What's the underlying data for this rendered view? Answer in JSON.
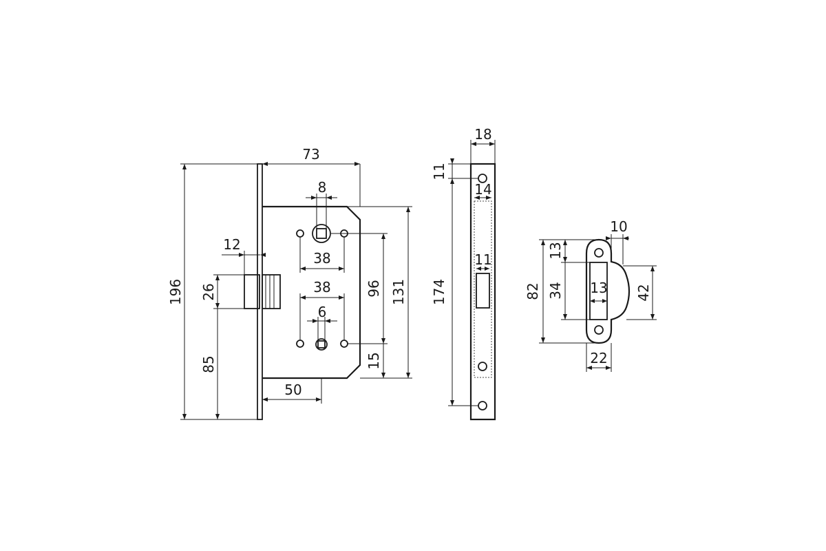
{
  "colors": {
    "line": "#1a1a1a",
    "background": "#ffffff"
  },
  "lock_body": {
    "width": "73",
    "height_total": "196",
    "latch_projection": "12",
    "latch_height": "26",
    "latch_from_bottom": "85",
    "backset": "50",
    "spindle_square": "8",
    "spindle_hole_spacing": "38",
    "lower_hole_spacing": "38",
    "lower_square": "6",
    "center_distance": "96",
    "body_height": "131",
    "lower_offset": "15"
  },
  "faceplate": {
    "width": "18",
    "top_hole_offset": "11",
    "length_between_holes": "174",
    "slot_width": "14",
    "latch_slot_width": "11"
  },
  "strike_plate": {
    "tab_width": "10",
    "top_offset": "13",
    "opening_height": "34",
    "total_height": "82",
    "opening_width": "13",
    "lip_height": "42",
    "width": "22"
  }
}
